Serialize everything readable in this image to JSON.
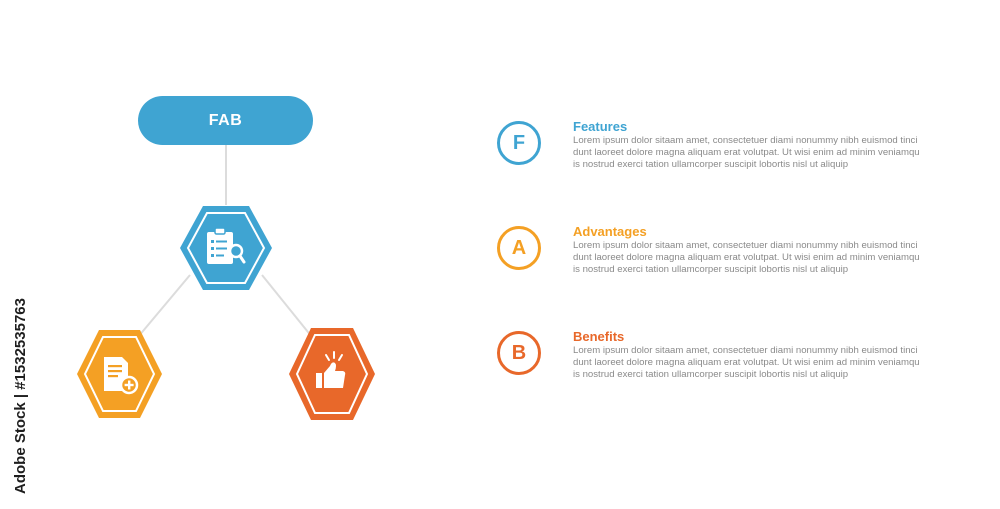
{
  "header": {
    "label": "FAB"
  },
  "colors": {
    "blue": "#3fa4d2",
    "blue_dark": "#2f8bb5",
    "orange_yellow": "#f4a024",
    "orange_red": "#e8682a",
    "connector": "#dcdcdc"
  },
  "nodes": [
    {
      "name": "features",
      "icon": "checklist-search-icon",
      "color": "#3fa4d2"
    },
    {
      "name": "advantages",
      "icon": "document-plus-icon",
      "color": "#f4a024"
    },
    {
      "name": "benefits",
      "icon": "thumbs-up-icon",
      "color": "#e8682a"
    }
  ],
  "items": [
    {
      "letter": "F",
      "title": "Features",
      "color": "#3fa4d2",
      "lines": [
        "Lorem ipsum dolor sitaam amet, consectetuer diami nonummy  nibh euismod tinci",
        "dunt laoreet dolore magna aliquam erat volutpat. Ut wisi enim ad minim veniamqu",
        "is nostrud exerci tation ullamcorper suscipit lobortis nisl ut aliquip"
      ]
    },
    {
      "letter": "A",
      "title": "Advantages",
      "color": "#f4a024",
      "lines": [
        "Lorem ipsum dolor sitaam amet, consectetuer diami nonummy  nibh euismod tinci",
        "dunt laoreet dolore magna aliquam erat volutpat. Ut wisi enim ad minim veniamqu",
        "is nostrud exerci tation ullamcorper suscipit lobortis nisl ut aliquip"
      ]
    },
    {
      "letter": "B",
      "title": "Benefits",
      "color": "#e8682a",
      "lines": [
        "Lorem ipsum dolor sitaam amet, consectetuer diami nonummy  nibh euismod tinci",
        "dunt laoreet dolore magna aliquam erat volutpat. Ut wisi enim ad minim veniamqu",
        "is nostrud exerci tation ullamcorper suscipit lobortis nisl ut aliquip"
      ]
    }
  ],
  "credit": "Adobe Stock | #1532535763"
}
